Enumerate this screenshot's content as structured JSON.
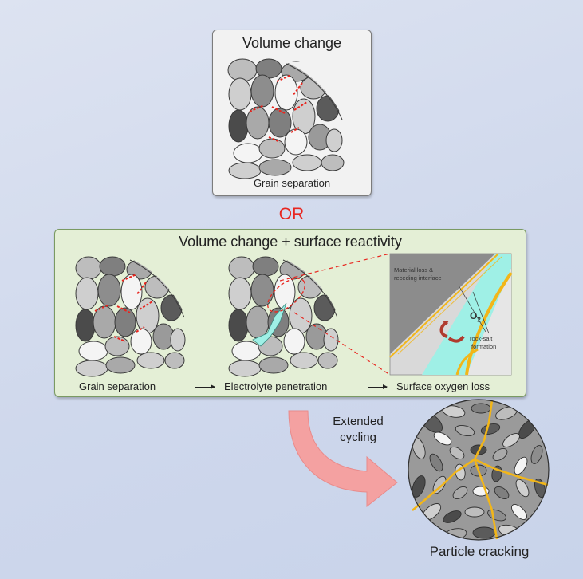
{
  "top_panel": {
    "title": "Volume change",
    "caption": "Grain separation"
  },
  "or_label": "OR",
  "middle_panel": {
    "title": "Volume change + surface reactivity",
    "steps": [
      "Grain separation",
      "Electrolyte penetration",
      "Surface oxygen loss"
    ],
    "zoom_annotations": {
      "material_loss_line1": "Material loss &",
      "material_loss_line2": "receding interface",
      "o2_label": "O",
      "o2_subscript": "2",
      "rock_salt_line1": "rock-salt",
      "rock_salt_line2": "formation"
    }
  },
  "extended_cycling": {
    "line1": "Extended",
    "line2": "cycling"
  },
  "result_label": "Particle cracking",
  "colors": {
    "background": "#cfd8ec",
    "grain_light": "#f4f4f4",
    "grain_mid": "#bdbdbd",
    "grain_dark": "#7f7f7f",
    "separation_arrow": "#e8261f",
    "electrolyte": "#9ff0e6",
    "crack": "#f2b619",
    "big_arrow": "#f4a1a1"
  }
}
